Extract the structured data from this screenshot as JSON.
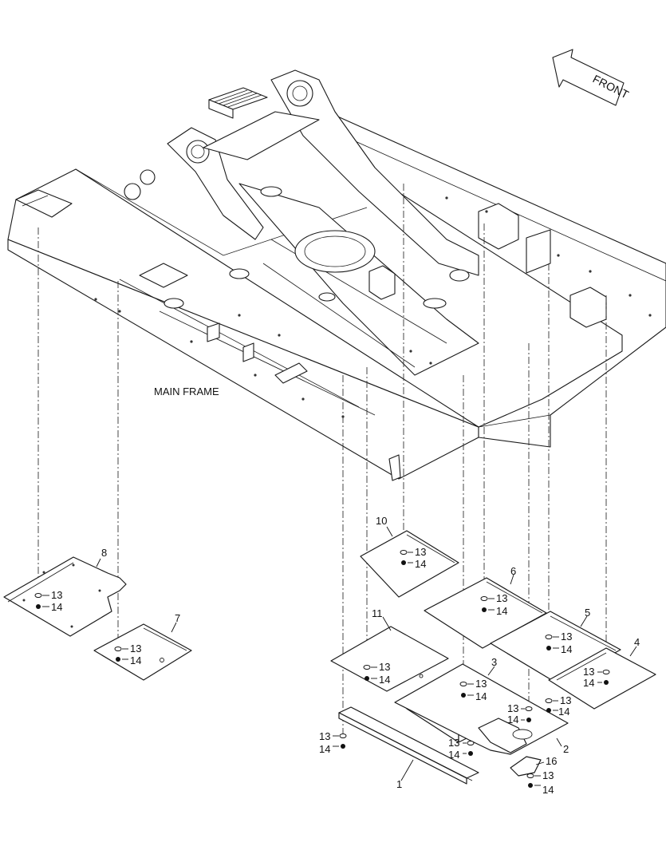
{
  "diagram": {
    "direction_label": "FRONT",
    "main_frame_label": "MAIN FRAME",
    "parts": [
      {
        "id": "p1",
        "number": "1"
      },
      {
        "id": "p2",
        "number": "2"
      },
      {
        "id": "p3",
        "number": "3"
      },
      {
        "id": "p4",
        "number": "4"
      },
      {
        "id": "p5",
        "number": "5"
      },
      {
        "id": "p6",
        "number": "6"
      },
      {
        "id": "p7",
        "number": "7"
      },
      {
        "id": "p8",
        "number": "8"
      },
      {
        "id": "p10",
        "number": "10"
      },
      {
        "id": "p11",
        "number": "11"
      },
      {
        "id": "p16",
        "number": "16"
      }
    ],
    "fasteners": {
      "bolt": "13",
      "washer": "14"
    },
    "line_color": "#1a1a1a",
    "background": "#ffffff"
  }
}
